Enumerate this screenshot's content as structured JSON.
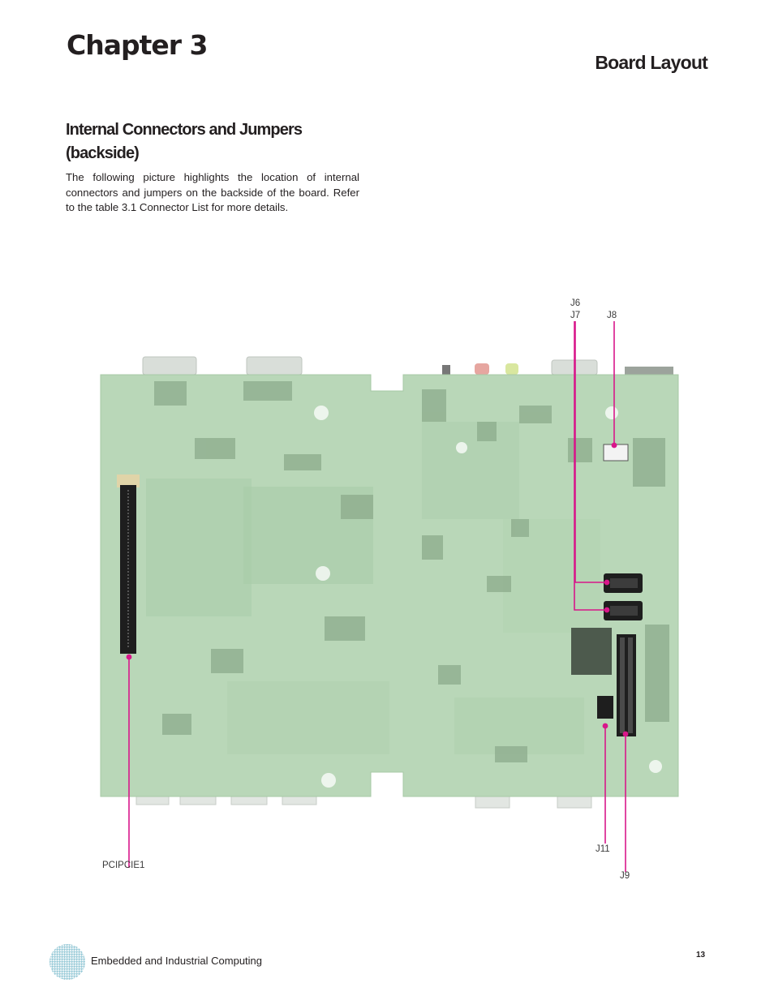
{
  "header": {
    "chapter_title": "Chapter 3",
    "section_title": "Board Layout"
  },
  "content": {
    "heading_line1": "Internal Connectors and Jumpers",
    "heading_line2": "(backside)",
    "intro_text": "The following picture highlights the location of internal connectors and jumpers on the backside of the board. Refer to the table 3.1 Connector List for more details."
  },
  "diagram": {
    "board_color": "#b9d7b8",
    "callout_color": "#d8178a",
    "labels": {
      "j6": "J6",
      "j7": "J7",
      "j8": "J8",
      "j11": "J11",
      "j9": "J9",
      "pcipcie1": "PCIPCIE1"
    }
  },
  "footer": {
    "company_text": "Embedded and Industrial Computing",
    "page_number": "13"
  }
}
